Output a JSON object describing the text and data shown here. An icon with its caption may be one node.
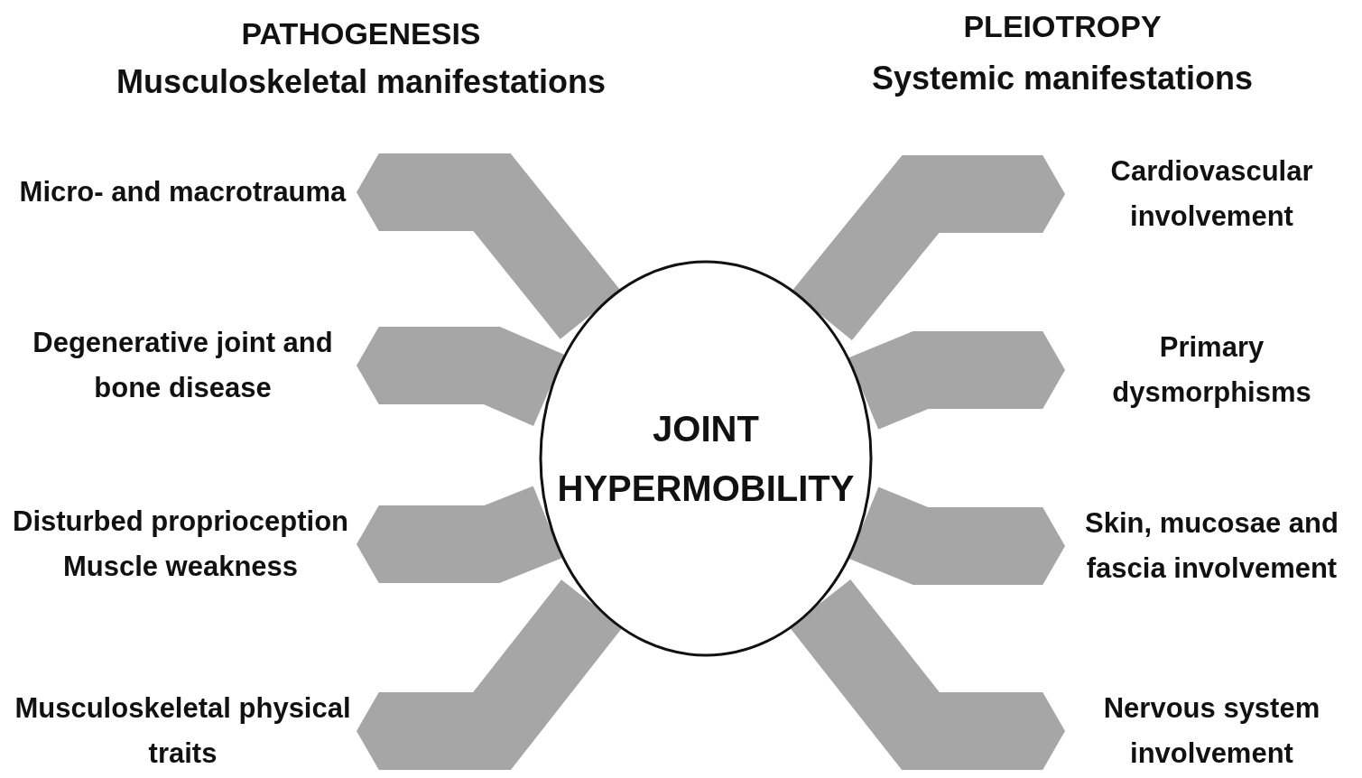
{
  "diagram": {
    "nodes": [
      {
        "text": [
          "JOINT HYPERMOBILITY"
        ]
      },
      {
        "text": [
          "Micro- and macrotrauma"
        ]
      },
      {
        "text": [
          "Degenerative joint and bone disease"
        ]
      },
      {
        "text": [
          "Disturbed proprioception",
          "Muscle weakness"
        ]
      },
      {
        "text": [
          "Musculoskeletal physical traits"
        ]
      },
      {
        "text": [
          "Cardiovascular involvement"
        ]
      },
      {
        "text": [
          "Primary dysmorphisms"
        ]
      },
      {
        "text": [
          "Skin, mucosae and fascia involvement"
        ]
      },
      {
        "text": [
          "Nervous system involvement"
        ]
      }
    ],
    "edges": [
      {
        "from": 0,
        "to": 1,
        "arrow": "to"
      },
      {
        "from": 0,
        "to": 2,
        "arrow": "to"
      },
      {
        "from": 0,
        "to": 3,
        "arrow": "to"
      },
      {
        "from": 0,
        "to": 4,
        "arrow": "to"
      },
      {
        "from": 0,
        "to": 5,
        "arrow": "to"
      },
      {
        "from": 0,
        "to": 6,
        "arrow": "to"
      },
      {
        "from": 0,
        "to": 7,
        "arrow": "to"
      },
      {
        "from": 0,
        "to": 8,
        "arrow": "to"
      }
    ],
    "labels": [
      "PATHOGENESIS",
      "Musculoskeletal manifestations",
      "PLEIOTROPY",
      "Systemic manifestations"
    ]
  }
}
